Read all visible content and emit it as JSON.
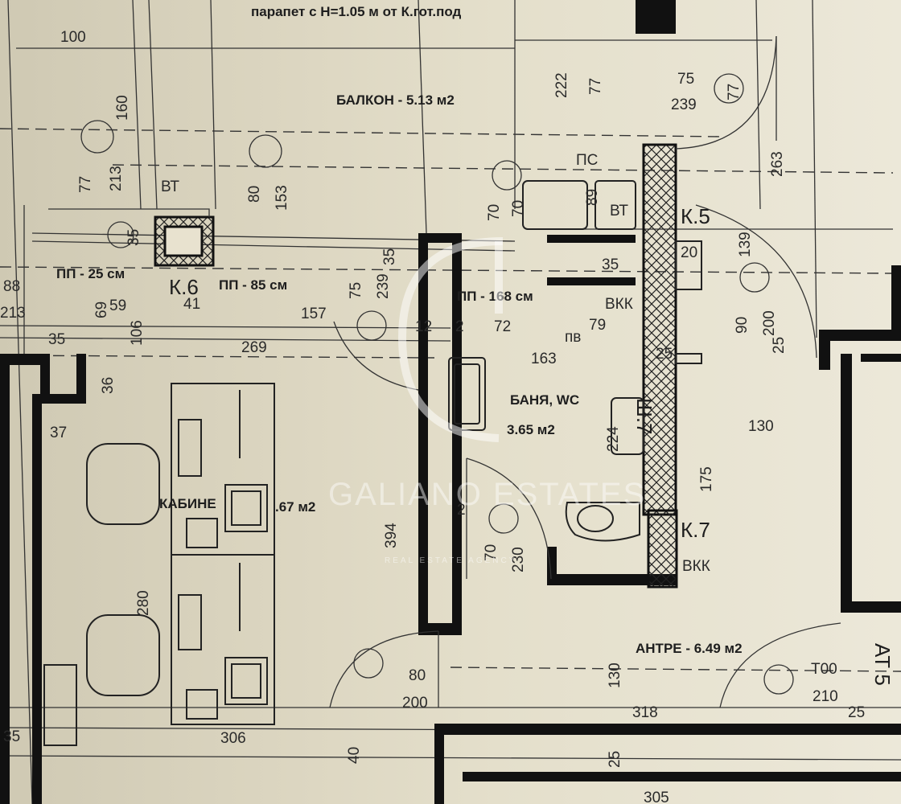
{
  "rooms": {
    "balcony": "БАЛКОН - 5.13 м2",
    "bathroom_name": "БАНЯ, WC",
    "bathroom_area": "3.65 м2",
    "cabinet_name": "КАБИНЕ",
    "cabinet_area": ".67 м2",
    "entrance": "АНТРЕ - 6.49 м2"
  },
  "notes": {
    "parapet": "парапет с Н=1.05 м от К.гот.под",
    "pp_25": "ПП - 25 см",
    "pp_85": "ПП - 85 см",
    "pp_168": "ПП - 168 см"
  },
  "markers": {
    "k6": "К.6",
    "k5": "К.5",
    "k7": "К.7",
    "sh7": "Ш.7",
    "at5": "АТ 5",
    "vkk": "ВКК",
    "vkk2": "ВКК",
    "pc": "ПС",
    "pe": "пв",
    "vt": "ВТ",
    "vt2": "ВТ",
    "too": "Т00"
  },
  "dimensions": {
    "d100": "100",
    "d160": "160",
    "d222": "222",
    "d77a": "77",
    "d75a": "75",
    "d239a": "239",
    "d77b": "77",
    "d77c": "77",
    "d213a": "213",
    "d80a": "80",
    "d153": "153",
    "d263": "263",
    "d70a": "70",
    "d70b": "70",
    "d89": "89",
    "d35a": "35",
    "d75b": "75",
    "d239b": "239",
    "d35b": "35",
    "d35c": "35",
    "d20": "20",
    "d139": "139",
    "d88": "88",
    "d213b": "213",
    "d69": "69",
    "d59": "59",
    "d41": "41",
    "d157": "157",
    "d12": "12",
    "d2a": "2",
    "d72": "72",
    "d79": "79",
    "d90": "90",
    "d200a": "200",
    "d25a": "25",
    "d35d": "35",
    "d106": "106",
    "d269": "269",
    "d163": "163",
    "d25b": "25",
    "d36": "36",
    "d130a": "130",
    "d37": "37",
    "d224": "224",
    "d175": "175",
    "d394": "394",
    "d70c": "70",
    "d230": "230",
    "d280": "280",
    "d80b": "80",
    "d200b": "200",
    "d130b": "130",
    "d318": "318",
    "d210": "210",
    "d25c": "25",
    "d35e": "35",
    "d306": "306",
    "d40": "40",
    "d25d": "25",
    "d305": "305",
    "d2b": "2"
  },
  "watermark": {
    "brand": "GALIANO ESTATES",
    "sub": "REAL ESTATE AGENCY"
  },
  "colors": {
    "wall": "#111111",
    "paper_left": "#cfc9b3",
    "paper_right": "#ece8d9"
  }
}
